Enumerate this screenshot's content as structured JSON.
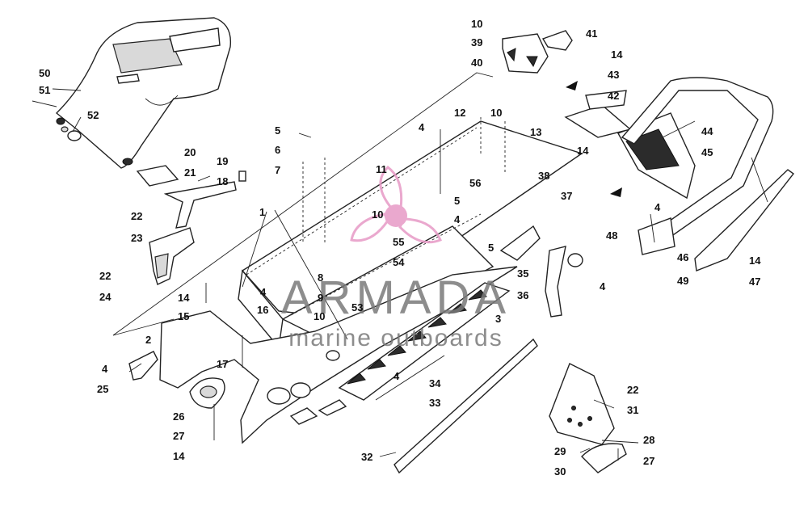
{
  "watermark": {
    "brand": "ARMADA",
    "tagline": "marine outboards",
    "brand_color": "#6f6f6f",
    "logo_color": "#e79ac6"
  },
  "callouts": [
    {
      "id": "c50",
      "label": "50"
    },
    {
      "id": "c51",
      "label": "51"
    },
    {
      "id": "c52",
      "label": "52"
    },
    {
      "id": "c20",
      "label": "20"
    },
    {
      "id": "c21",
      "label": "21"
    },
    {
      "id": "c19",
      "label": "19"
    },
    {
      "id": "c18",
      "label": "18"
    },
    {
      "id": "c22a",
      "label": "22"
    },
    {
      "id": "c23",
      "label": "23"
    },
    {
      "id": "c22b",
      "label": "22"
    },
    {
      "id": "c24",
      "label": "24"
    },
    {
      "id": "c1",
      "label": "1"
    },
    {
      "id": "c5a",
      "label": "5"
    },
    {
      "id": "c6",
      "label": "6"
    },
    {
      "id": "c7",
      "label": "7"
    },
    {
      "id": "c4a",
      "label": "4"
    },
    {
      "id": "c10a",
      "label": "10"
    },
    {
      "id": "c39",
      "label": "39"
    },
    {
      "id": "c40",
      "label": "40"
    },
    {
      "id": "c41",
      "label": "41"
    },
    {
      "id": "c14a",
      "label": "14"
    },
    {
      "id": "c43",
      "label": "43"
    },
    {
      "id": "c42",
      "label": "42"
    },
    {
      "id": "c12",
      "label": "12"
    },
    {
      "id": "c10b",
      "label": "10"
    },
    {
      "id": "c13",
      "label": "13"
    },
    {
      "id": "c44",
      "label": "44"
    },
    {
      "id": "c45",
      "label": "45"
    },
    {
      "id": "c14b",
      "label": "14"
    },
    {
      "id": "c11",
      "label": "11"
    },
    {
      "id": "c38",
      "label": "38"
    },
    {
      "id": "c56",
      "label": "56"
    },
    {
      "id": "c37",
      "label": "37"
    },
    {
      "id": "c5b",
      "label": "5"
    },
    {
      "id": "c4b",
      "label": "4"
    },
    {
      "id": "c10c",
      "label": "10"
    },
    {
      "id": "c55",
      "label": "55"
    },
    {
      "id": "c54",
      "label": "54"
    },
    {
      "id": "c5c",
      "label": "5"
    },
    {
      "id": "c4c",
      "label": "4"
    },
    {
      "id": "c48",
      "label": "48"
    },
    {
      "id": "c46",
      "label": "46"
    },
    {
      "id": "c14c",
      "label": "14"
    },
    {
      "id": "c49",
      "label": "49"
    },
    {
      "id": "c47",
      "label": "47"
    },
    {
      "id": "c35",
      "label": "35"
    },
    {
      "id": "c36",
      "label": "36"
    },
    {
      "id": "c4d",
      "label": "4"
    },
    {
      "id": "c8",
      "label": "8"
    },
    {
      "id": "c9",
      "label": "9"
    },
    {
      "id": "c14d",
      "label": "14"
    },
    {
      "id": "c4e",
      "label": "4"
    },
    {
      "id": "c16",
      "label": "16"
    },
    {
      "id": "c15",
      "label": "15"
    },
    {
      "id": "c10d",
      "label": "10"
    },
    {
      "id": "c53",
      "label": "53"
    },
    {
      "id": "c3",
      "label": "3"
    },
    {
      "id": "c2",
      "label": "2"
    },
    {
      "id": "c4f",
      "label": "4"
    },
    {
      "id": "c17",
      "label": "17"
    },
    {
      "id": "c25",
      "label": "25"
    },
    {
      "id": "c4g",
      "label": "4"
    },
    {
      "id": "c34",
      "label": "34"
    },
    {
      "id": "c33",
      "label": "33"
    },
    {
      "id": "c26",
      "label": "26"
    },
    {
      "id": "c27a",
      "label": "27"
    },
    {
      "id": "c14e",
      "label": "14"
    },
    {
      "id": "c32",
      "label": "32"
    },
    {
      "id": "c22c",
      "label": "22"
    },
    {
      "id": "c31",
      "label": "31"
    },
    {
      "id": "c28",
      "label": "28"
    },
    {
      "id": "c29",
      "label": "29"
    },
    {
      "id": "c30",
      "label": "30"
    },
    {
      "id": "c27b",
      "label": "27"
    }
  ]
}
